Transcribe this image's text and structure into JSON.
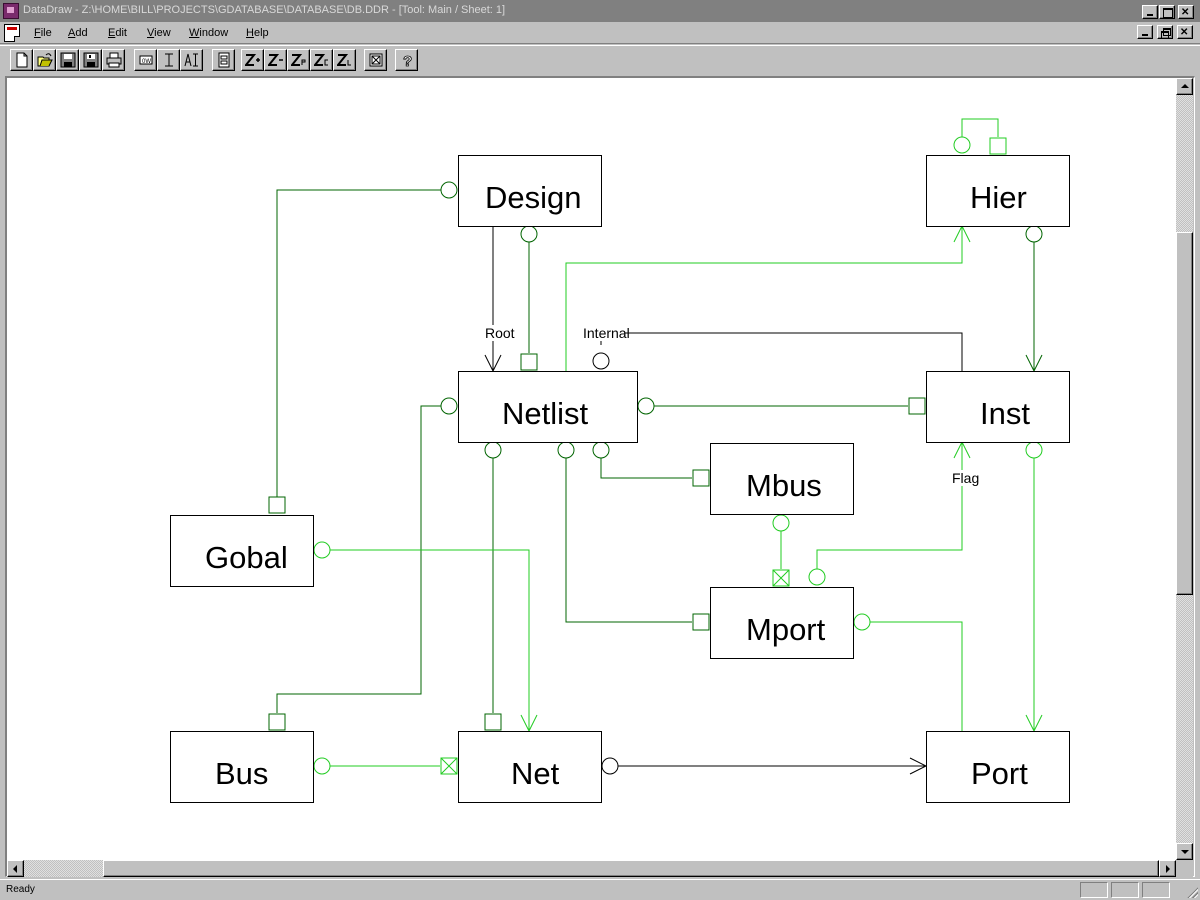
{
  "window": {
    "title": "DataDraw - Z:\\HOME\\BILL\\PROJECTS\\GDATABASE\\DATABASE\\DB.DDR - [Tool: Main / Sheet: 1]",
    "controls": [
      "minimize",
      "maximize",
      "close"
    ],
    "doc_controls": [
      "minimize",
      "restore",
      "close"
    ]
  },
  "menubar": {
    "items": [
      {
        "label": "File",
        "accel": "F"
      },
      {
        "label": "Add",
        "accel": "A"
      },
      {
        "label": "Edit",
        "accel": "E"
      },
      {
        "label": "View",
        "accel": "V"
      },
      {
        "label": "Window",
        "accel": "W"
      },
      {
        "label": "Help",
        "accel": "H"
      }
    ]
  },
  "toolbar": {
    "buttons": [
      {
        "name": "new",
        "icon": "new-document-icon"
      },
      {
        "name": "open",
        "icon": "open-folder-icon"
      },
      {
        "name": "save",
        "icon": "save-disk-icon"
      },
      {
        "name": "save-as",
        "icon": "save-as-disk-icon"
      },
      {
        "name": "print",
        "icon": "printer-icon"
      },
      {
        "name": "add-object",
        "icon": "object-icon"
      },
      {
        "name": "add-attribute",
        "icon": "attribute-icon"
      },
      {
        "name": "add-text",
        "icon": "text-icon"
      },
      {
        "name": "properties",
        "icon": "properties-icon"
      },
      {
        "name": "zoom-in",
        "icon": "zoom-in-icon",
        "glyph": "Z+"
      },
      {
        "name": "zoom-out",
        "icon": "zoom-out-icon",
        "glyph": "Z-"
      },
      {
        "name": "zoom-page",
        "icon": "zoom-page-icon",
        "glyph": "ZP"
      },
      {
        "name": "zoom-center",
        "icon": "zoom-center-icon",
        "glyph": "ZC"
      },
      {
        "name": "zoom-last",
        "icon": "zoom-last-icon",
        "glyph": "ZL"
      },
      {
        "name": "generate",
        "icon": "generate-icon"
      },
      {
        "name": "help",
        "icon": "help-icon",
        "glyph": "?"
      }
    ]
  },
  "diagram": {
    "colors": {
      "entity_border": "#000000",
      "relation_black": "#000000",
      "relation_dark_green": "#006400",
      "relation_bright_green": "#22cc22"
    },
    "entities": [
      {
        "id": "design",
        "label": "Design"
      },
      {
        "id": "hier",
        "label": "Hier"
      },
      {
        "id": "netlist",
        "label": "Netlist"
      },
      {
        "id": "inst",
        "label": "Inst"
      },
      {
        "id": "mbus",
        "label": "Mbus"
      },
      {
        "id": "gobal",
        "label": "Gobal"
      },
      {
        "id": "mport",
        "label": "Mport"
      },
      {
        "id": "bus",
        "label": "Bus"
      },
      {
        "id": "net",
        "label": "Net"
      },
      {
        "id": "port",
        "label": "Port"
      }
    ],
    "relation_labels": {
      "root": "Root",
      "internal": "Internal",
      "flag": "Flag"
    },
    "relationships": [
      {
        "from": "design",
        "to": "gobal",
        "color": "dark-green",
        "from_end": "circle",
        "to_end": "square"
      },
      {
        "from": "design",
        "to": "netlist",
        "color": "black",
        "from_end": "none",
        "to_end": "arrow",
        "label": "Root"
      },
      {
        "from": "design",
        "to": "netlist",
        "color": "dark-green",
        "from_end": "circle",
        "to_end": "square"
      },
      {
        "from": "netlist",
        "to": "hier",
        "color": "bright-green",
        "from_end": "none",
        "to_end": "arrow"
      },
      {
        "from": "netlist",
        "to": "inst",
        "color": "black",
        "from_end": "circle",
        "to_end": "none",
        "label": "Internal"
      },
      {
        "from": "netlist",
        "to": "inst",
        "color": "dark-green",
        "from_end": "circle",
        "to_end": "square"
      },
      {
        "from": "hier",
        "to": "hier",
        "color": "bright-green",
        "from_end": "circle",
        "to_end": "square"
      },
      {
        "from": "hier",
        "to": "inst",
        "color": "dark-green",
        "from_end": "circle",
        "to_end": "arrow"
      },
      {
        "from": "netlist",
        "to": "mbus",
        "color": "dark-green",
        "from_end": "circle",
        "to_end": "square"
      },
      {
        "from": "netlist",
        "to": "mport",
        "color": "dark-green",
        "from_end": "circle",
        "to_end": "square"
      },
      {
        "from": "netlist",
        "to": "bus",
        "color": "dark-green",
        "from_end": "circle",
        "to_end": "square"
      },
      {
        "from": "netlist",
        "to": "net",
        "color": "dark-green",
        "from_end": "circle",
        "to_end": "square"
      },
      {
        "from": "mbus",
        "to": "mport",
        "color": "bright-green",
        "from_end": "circle",
        "to_end": "crossed-square"
      },
      {
        "from": "mport",
        "to": "inst",
        "color": "bright-green",
        "from_end": "circle",
        "to_end": "arrow",
        "label": "Flag"
      },
      {
        "from": "mport",
        "to": "port",
        "color": "bright-green",
        "from_end": "circle",
        "to_end": "none"
      },
      {
        "from": "inst",
        "to": "port",
        "color": "bright-green",
        "from_end": "circle",
        "to_end": "arrow"
      },
      {
        "from": "gobal",
        "to": "net",
        "color": "bright-green",
        "from_end": "circle",
        "to_end": "arrow"
      },
      {
        "from": "bus",
        "to": "net",
        "color": "bright-green",
        "from_end": "circle",
        "to_end": "crossed-square"
      },
      {
        "from": "net",
        "to": "port",
        "color": "black",
        "from_end": "circle",
        "to_end": "arrow"
      }
    ]
  },
  "scroll": {
    "vertical_position_fraction": 0.22,
    "horizontal_position_fraction": 0.0
  },
  "statusbar": {
    "text": "Ready",
    "panes": [
      "",
      "",
      ""
    ]
  }
}
